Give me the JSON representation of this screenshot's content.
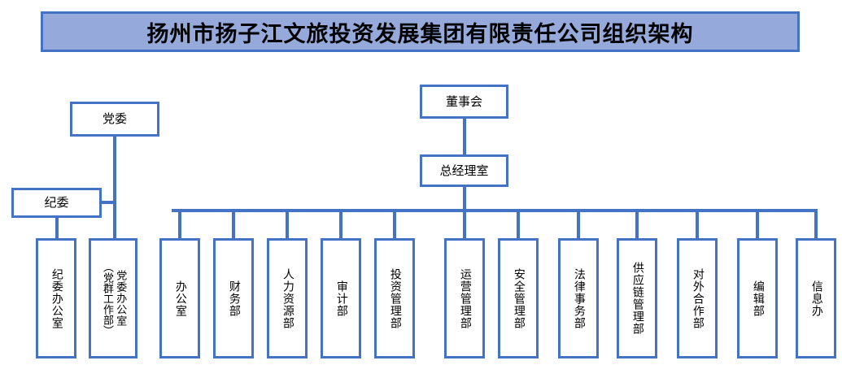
{
  "title": {
    "text": "扬州市扬子江文旅投资发展集团有限责任公司组织架构",
    "fill_color": "#95A9DB",
    "border_color": "#4472C4"
  },
  "theme": {
    "line_color": "#4472C4",
    "box_fill": "#FFFFFF",
    "text_color": "#000000"
  },
  "chart_data": {
    "type": "diagram",
    "title": "扬州市扬子江文旅投资发展集团有限责任公司组织架构",
    "orientation": "top-down organizational chart",
    "nodes": [
      {
        "id": "dangwei",
        "label": "党委",
        "level": 1,
        "branch": "party"
      },
      {
        "id": "jiwei",
        "label": "纪委",
        "level": 2,
        "branch": "party"
      },
      {
        "id": "dongshihui",
        "label": "董事会",
        "level": 1,
        "branch": "corporate"
      },
      {
        "id": "zongjingli",
        "label": "总经理室",
        "level": 2,
        "branch": "corporate"
      }
    ],
    "edges": [
      {
        "from": "dangwei",
        "to": "jiwei"
      },
      {
        "from": "dangwei",
        "to": "dangwei-bangongshi"
      },
      {
        "from": "jiwei",
        "to": "jiwei-bangongshi"
      },
      {
        "from": "dongshihui",
        "to": "zongjingli"
      },
      {
        "from": "zongjingli",
        "to": "department-bus"
      }
    ]
  },
  "top_nodes": {
    "dangwei": "党委",
    "jiwei": "纪委",
    "dongshihui": "董事会",
    "zongjingli": "总经理室"
  },
  "departments": [
    {
      "id": "jiwei-bangongshi",
      "main": "纪委办公室",
      "sub": "",
      "parent": "jiwei"
    },
    {
      "id": "dangwei-bangongshi",
      "main": "党委办公室",
      "sub": "（党群工作部）",
      "parent": "dangwei"
    },
    {
      "id": "bangongshi",
      "main": "办公室",
      "sub": "",
      "parent": "zongjingli"
    },
    {
      "id": "caiwubu",
      "main": "财务部",
      "sub": "",
      "parent": "zongjingli"
    },
    {
      "id": "renliziyuanbu",
      "main": "人力资源部",
      "sub": "",
      "parent": "zongjingli"
    },
    {
      "id": "shenjibu",
      "main": "审计部",
      "sub": "",
      "parent": "zongjingli"
    },
    {
      "id": "touziguanlibu",
      "main": "投资管理部",
      "sub": "",
      "parent": "zongjingli"
    },
    {
      "id": "yunyingguanlibu",
      "main": "运营管理部",
      "sub": "",
      "parent": "zongjingli"
    },
    {
      "id": "anquanguanlibu",
      "main": "安全管理部",
      "sub": "",
      "parent": "zongjingli"
    },
    {
      "id": "falvshiwubu",
      "main": "法律事务部",
      "sub": "",
      "parent": "zongjingli"
    },
    {
      "id": "gongyinglianguanlibu",
      "main": "供应链管理部",
      "sub": "",
      "parent": "zongjingli"
    },
    {
      "id": "duiwaihezuobu",
      "main": "对外合作部",
      "sub": "",
      "parent": "zongjingli"
    },
    {
      "id": "bianjibu",
      "main": "编辑部",
      "sub": "",
      "parent": "zongjingli"
    },
    {
      "id": "xinxiban",
      "main": "信息办",
      "sub": "",
      "parent": "zongjingli"
    }
  ]
}
